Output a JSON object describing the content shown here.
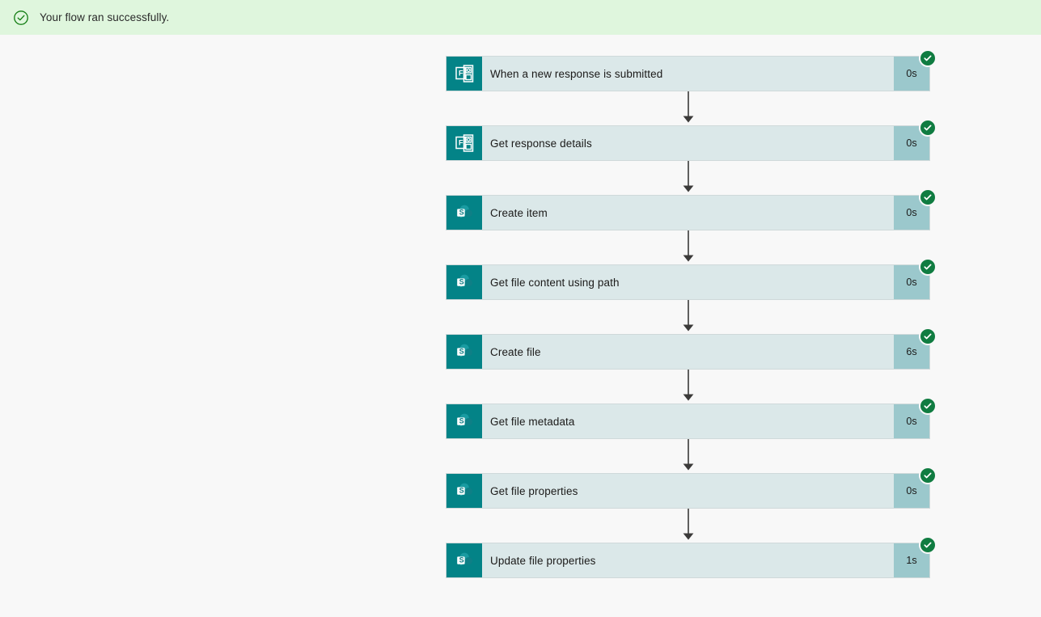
{
  "banner": {
    "icon": "check-circle-outline-icon",
    "message": "Your flow ran successfully.",
    "background_color": "#dff6dd",
    "accent_color": "#107c10"
  },
  "page": {
    "background_color": "#f8f8f8"
  },
  "flow": {
    "card_color": "#dbe8e9",
    "icon_block_color": "#038387",
    "duration_cell_color": "#9bc8cc",
    "status_badge_color": "#107c41",
    "connector_color": "#3b3a39",
    "steps": [
      {
        "title": "When a new response is submitted",
        "duration": "0s",
        "icon": "microsoft-forms-icon",
        "status": "succeeded",
        "status_icon": "check-icon"
      },
      {
        "title": "Get response details",
        "duration": "0s",
        "icon": "microsoft-forms-icon",
        "status": "succeeded",
        "status_icon": "check-icon"
      },
      {
        "title": "Create item",
        "duration": "0s",
        "icon": "sharepoint-icon",
        "status": "succeeded",
        "status_icon": "check-icon"
      },
      {
        "title": "Get file content using path",
        "duration": "0s",
        "icon": "sharepoint-icon",
        "status": "succeeded",
        "status_icon": "check-icon"
      },
      {
        "title": "Create file",
        "duration": "6s",
        "icon": "sharepoint-icon",
        "status": "succeeded",
        "status_icon": "check-icon"
      },
      {
        "title": "Get file metadata",
        "duration": "0s",
        "icon": "sharepoint-icon",
        "status": "succeeded",
        "status_icon": "check-icon"
      },
      {
        "title": "Get file properties",
        "duration": "0s",
        "icon": "sharepoint-icon",
        "status": "succeeded",
        "status_icon": "check-icon"
      },
      {
        "title": "Update file properties",
        "duration": "1s",
        "icon": "sharepoint-icon",
        "status": "succeeded",
        "status_icon": "check-icon"
      }
    ]
  }
}
